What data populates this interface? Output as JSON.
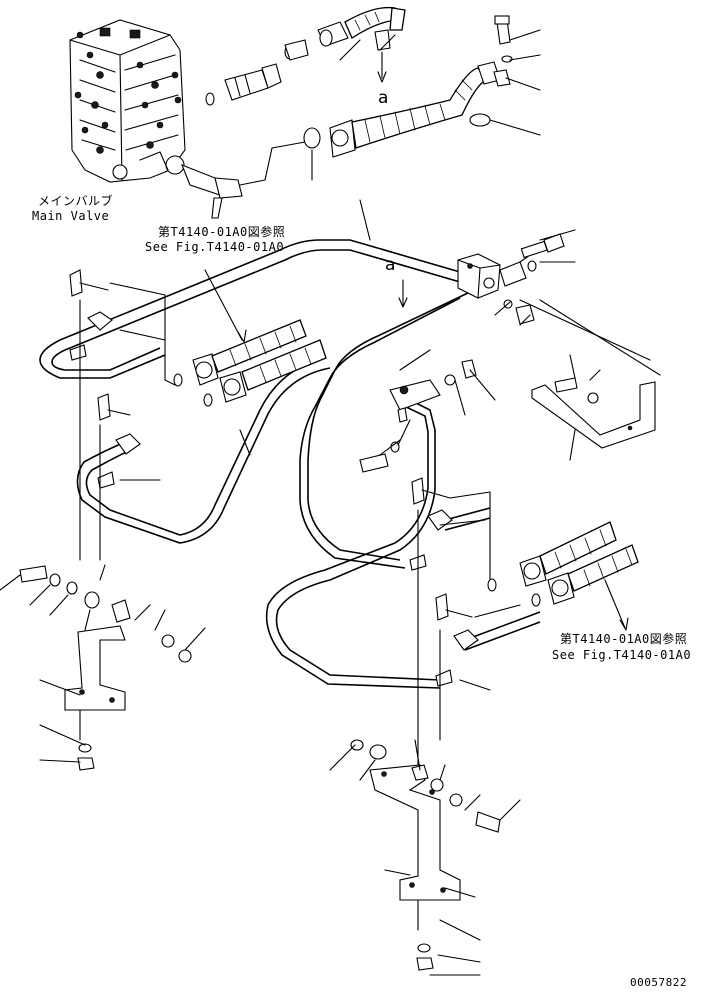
{
  "labels": {
    "main_valve_jp": "メインバルブ",
    "main_valve_en": "Main Valve",
    "ref_top_jp": "第T4140-01A0図参照",
    "ref_top_en": "See Fig.T4140-01A0",
    "ref_bottom_jp": "第T4140-01A0図参照",
    "ref_bottom_en": "See Fig.T4140-01A0",
    "detail_a_top": "a",
    "detail_a_mid": "a",
    "drawing_number": "00057822"
  },
  "colors": {
    "line": "#000000",
    "background": "#ffffff"
  }
}
